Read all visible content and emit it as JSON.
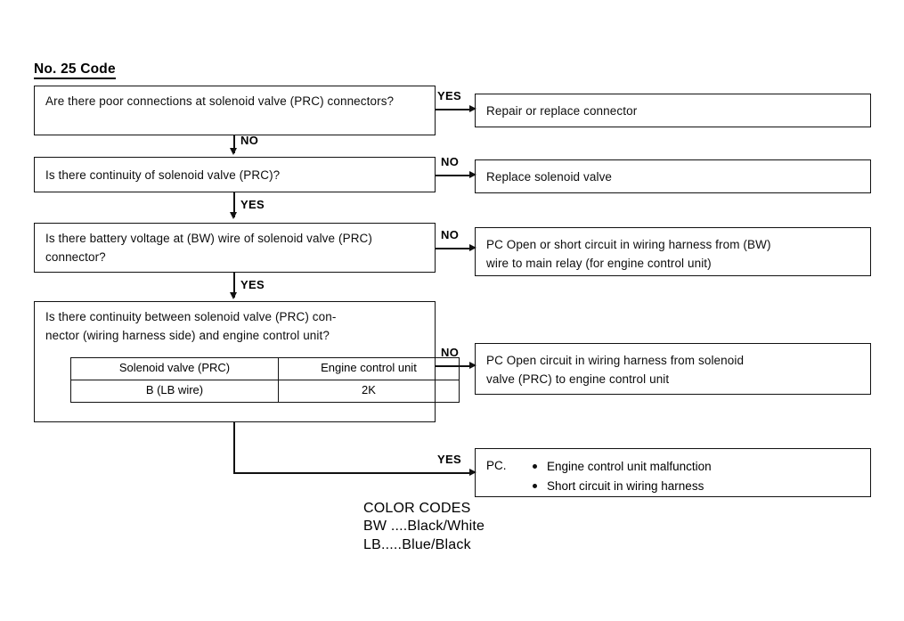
{
  "title": "No. 25 Code",
  "questions": [
    {
      "id": "q1",
      "text": "Are there poor connections at solenoid valve (PRC) connectors?",
      "yes_label": "YES",
      "no_label": "NO"
    },
    {
      "id": "q2",
      "text": "Is there continuity of solenoid valve (PRC)?",
      "yes_label": "YES",
      "no_label": "NO"
    },
    {
      "id": "q3",
      "text": "Is there battery voltage at (BW) wire of solenoid valve (PRC) connector?",
      "yes_label": "YES",
      "no_label": "NO"
    },
    {
      "id": "q4",
      "text": "Is there continuity between solenoid valve (PRC) con-\nnector (wiring harness side) and engine control unit?",
      "yes_label": "YES",
      "no_label": "NO"
    }
  ],
  "measurement_table": {
    "headers": [
      "Solenoid valve (PRC)",
      "Engine control unit"
    ],
    "rows": [
      [
        "B (LB wire)",
        "2K"
      ]
    ]
  },
  "actions": [
    {
      "id": "a1",
      "text": "Repair or replace connector"
    },
    {
      "id": "a2",
      "text": "Replace solenoid valve"
    },
    {
      "id": "a3",
      "text": "PC  Open or short circuit in wiring harness from (BW)\nwire to main relay (for engine control unit)"
    },
    {
      "id": "a4",
      "text": "PC  Open circuit in wiring harness from solenoid\nvalve (PRC) to engine control unit"
    }
  ],
  "final_action": {
    "prefix": "PC.",
    "bullets": [
      "Engine control unit malfunction",
      "Short circuit in wiring harness"
    ]
  },
  "branch_labels": {
    "q1_yes": "YES",
    "q1_no": "NO",
    "q2_no": "NO",
    "q2_yes": "YES",
    "q3_no": "NO",
    "q3_yes": "YES",
    "q4_no": "NO",
    "q4_yes": "YES"
  },
  "color_codes": {
    "heading": "COLOR CODES",
    "entries": [
      "BW ....Black/White",
      "LB.....Blue/Black"
    ]
  },
  "colors": {
    "ink": "#111111",
    "background": "#ffffff"
  }
}
